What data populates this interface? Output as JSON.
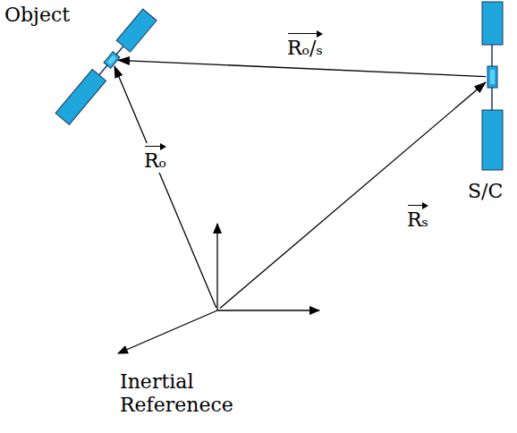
{
  "diagram": {
    "nodes": [
      {
        "text": [
          "Object"
        ]
      },
      {
        "text": [
          "S/C"
        ]
      },
      {
        "text": [
          "Inertial Referenece"
        ]
      }
    ],
    "edges": [
      {
        "from": 2,
        "to": 0,
        "arrow": "to",
        "label": "Rₒ"
      },
      {
        "from": 2,
        "to": 1,
        "arrow": "to",
        "label": "Rₛ"
      },
      {
        "from": 1,
        "to": 0,
        "arrow": "to",
        "label": "Rₒ/ₛ"
      }
    ]
  }
}
